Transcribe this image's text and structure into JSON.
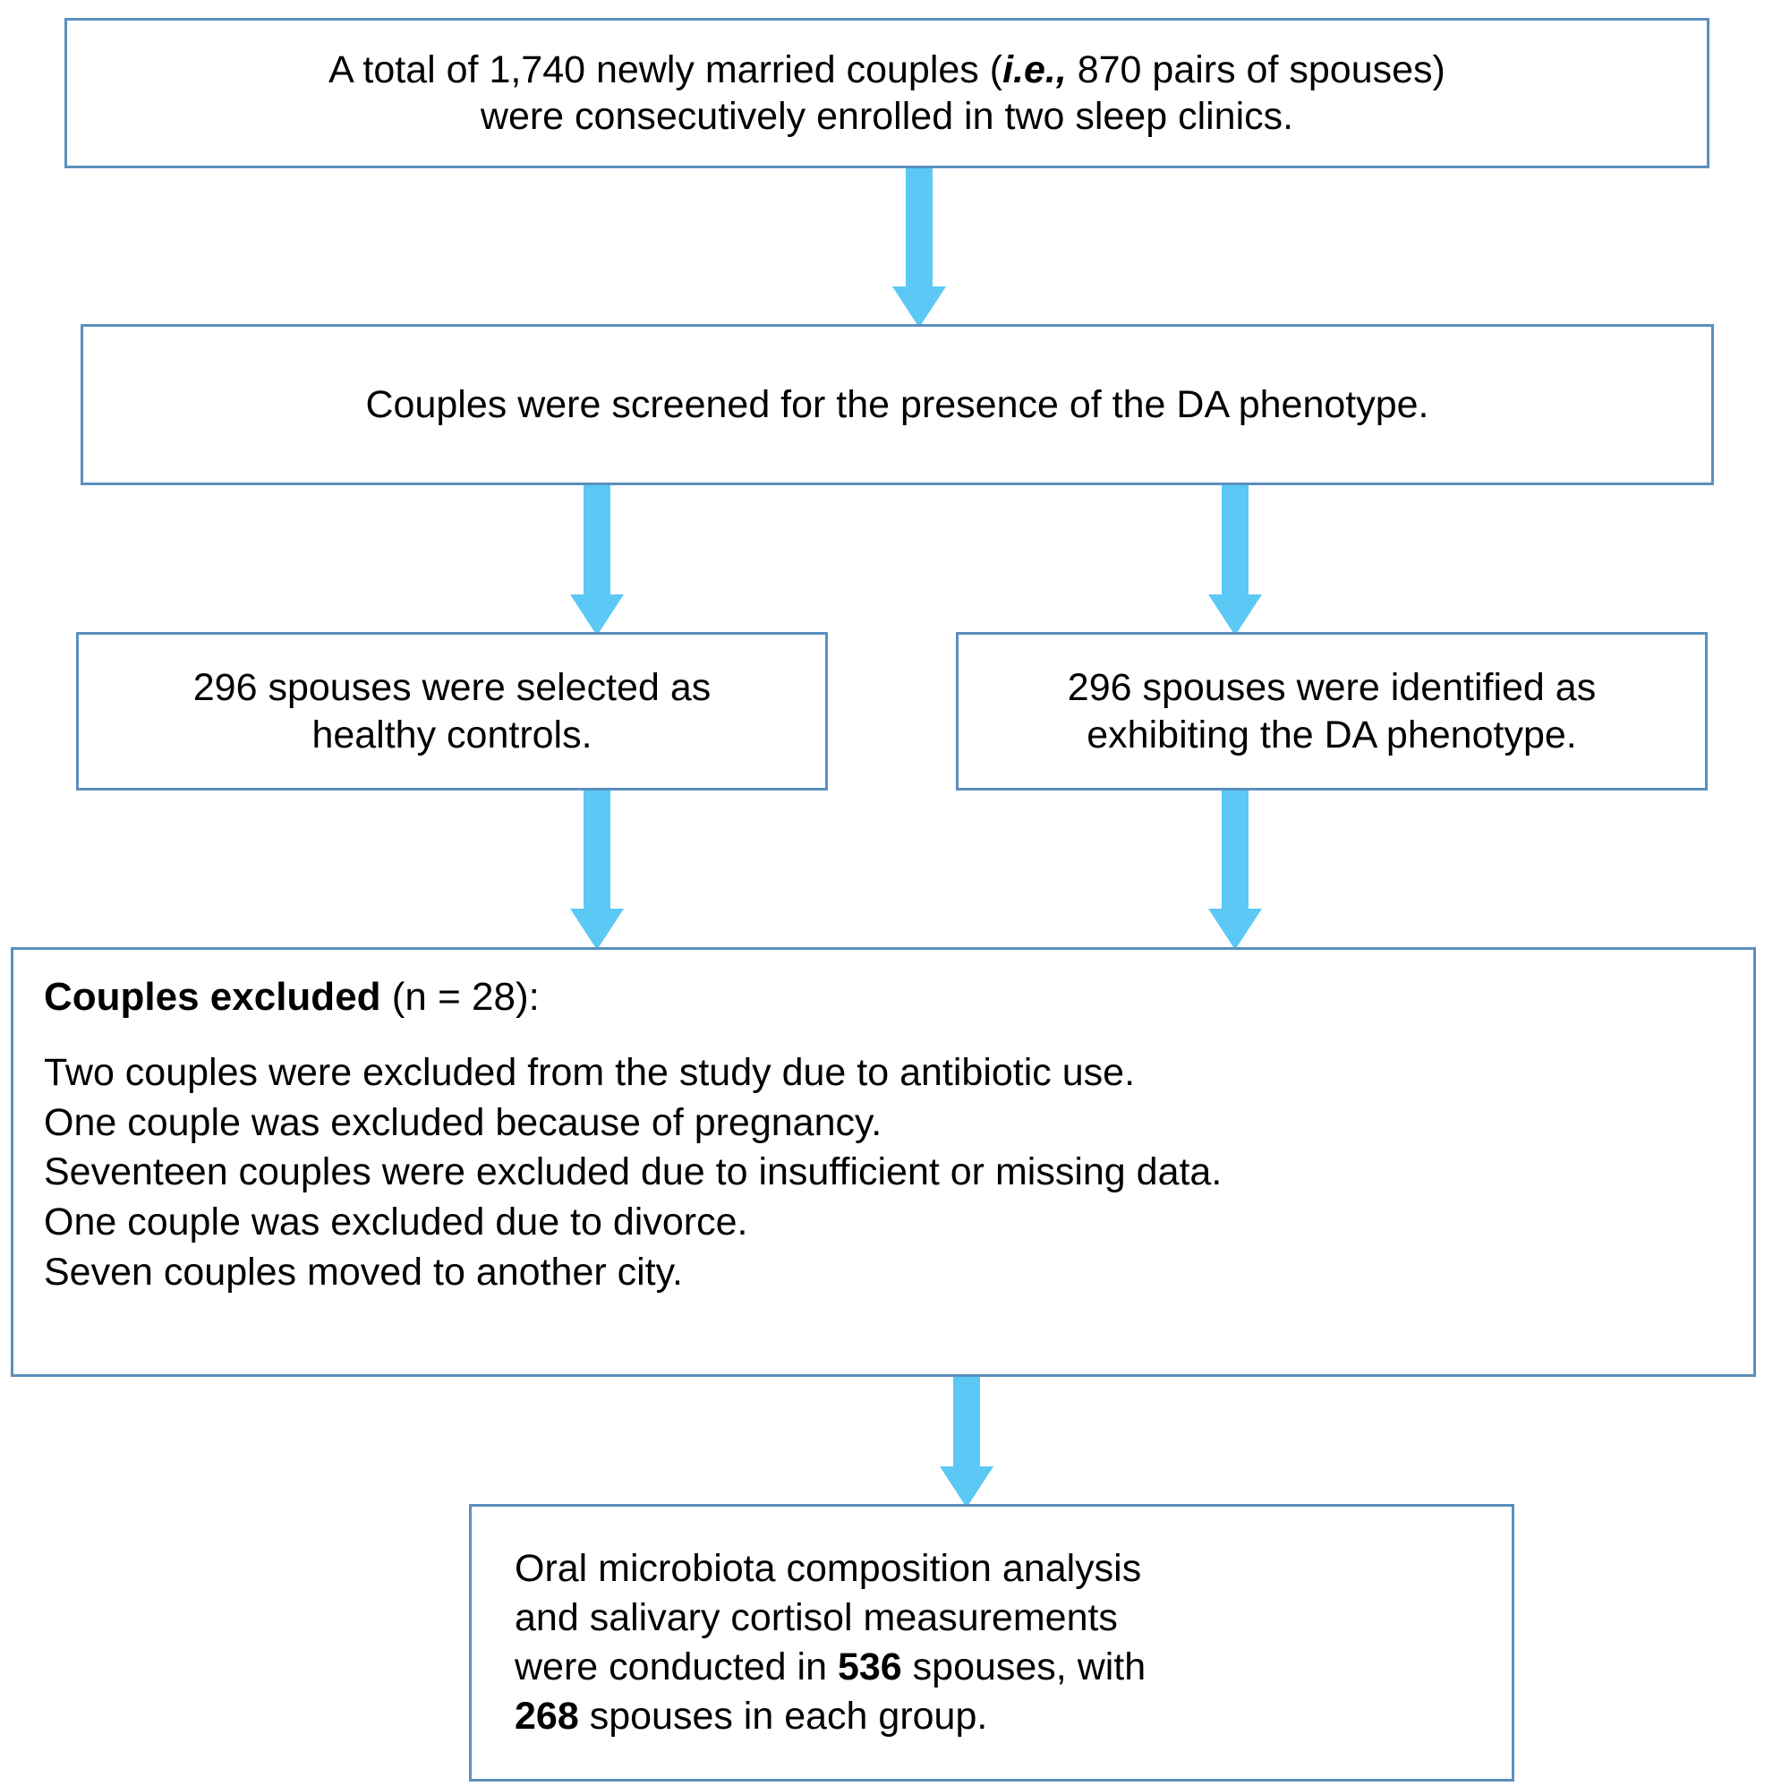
{
  "flowchart": {
    "theme": {
      "box_border_color": "#5B8FBE",
      "arrow_color": "#5BC8F5",
      "background_color": "#FFFFFF",
      "text_color": "#000000"
    },
    "nodes": {
      "enrollment": {
        "line1_a": "A total of 1,740 newly married couples (",
        "line1_italic": "i.e.,",
        "line1_b": " 870 pairs of spouses)",
        "line2": "were consecutively enrolled in two sleep clinics."
      },
      "screening": {
        "text": "Couples were screened for the presence of the DA phenotype."
      },
      "healthy_controls": {
        "line1": "296 spouses were selected as",
        "line2": "healthy controls."
      },
      "da_phenotype": {
        "line1": "296 spouses were identified as",
        "line2": "exhibiting the DA phenotype."
      },
      "excluded": {
        "title_bold": "Couples excluded",
        "title_rest": " (n = 28):",
        "reasons": [
          "Two couples were excluded from the study due to antibiotic use.",
          "One couple was excluded because of pregnancy.",
          "Seventeen couples were excluded due to insufficient or missing data.",
          "One couple was excluded due to divorce.",
          "Seven couples moved to another city."
        ]
      },
      "final_outcome": {
        "line1": "Oral microbiota composition analysis",
        "line2": "and salivary cortisol measurements",
        "line3_a": "were conducted in ",
        "line3_bold": "536",
        "line3_b": " spouses, with",
        "line4_bold": "268",
        "line4_b": " spouses in each group."
      }
    },
    "arrows": [
      {
        "name": "enrollment-to-screening",
        "direction": "down"
      },
      {
        "name": "screening-to-healthy-controls",
        "direction": "down"
      },
      {
        "name": "screening-to-da-phenotype",
        "direction": "down"
      },
      {
        "name": "healthy-controls-to-excluded",
        "direction": "down"
      },
      {
        "name": "da-phenotype-to-excluded",
        "direction": "down"
      },
      {
        "name": "excluded-to-final-outcome",
        "direction": "down"
      }
    ]
  }
}
